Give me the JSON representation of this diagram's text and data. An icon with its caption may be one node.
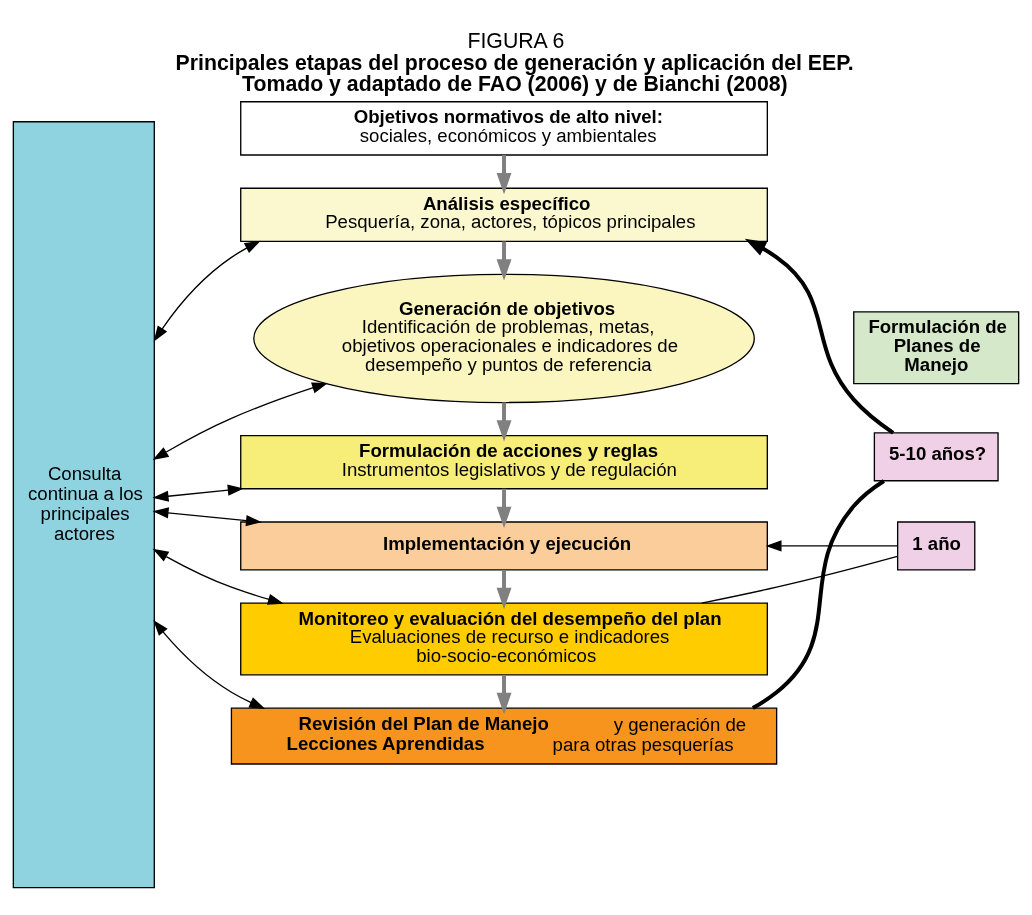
{
  "diagram": {
    "title": "FIGURA 6",
    "caption": "Principales etapas del proceso de generación y aplicación del EEP. Tomado y adaptado de FAO (2006) y de Bianchi (2008)",
    "nodes": [
      {
        "text": [
          "Consulta continua a los principales actores"
        ]
      },
      {
        "text": [
          "Objetivos normativos de alto nivel:",
          "sociales, económicos y ambientales"
        ]
      },
      {
        "text": [
          "Análisis específico",
          "Pesquería, zona, actores, tópicos principales"
        ]
      },
      {
        "text": [
          "Generación de objetivos",
          "Identificación de problemas, metas, objetivos operacionales e indicadores de desempeño y puntos de referencia"
        ]
      },
      {
        "text": [
          "Formulación de acciones y reglas",
          "Instrumentos legislativos y de regulación"
        ]
      },
      {
        "text": [
          "Implementación y ejecución"
        ]
      },
      {
        "text": [
          "Monitoreo y evaluación del desempeño del plan",
          "Evaluaciones de recurso e indicadores bio-socio-económicos"
        ]
      },
      {
        "text": [
          "**Revisión del Plan de Manejo** y generación de **Lecciones Aprendidas** para otras pesquerías"
        ]
      },
      {
        "text": [
          "Formulación de Planes de Manejo"
        ]
      },
      {
        "text": [
          "5-10 años?"
        ]
      },
      {
        "text": [
          "1 año"
        ]
      }
    ],
    "edges": [
      {
        "from": 1,
        "to": 2,
        "arrow": "to",
        "style": "thick",
        "color": "#808080"
      },
      {
        "from": 2,
        "to": 3,
        "arrow": "to",
        "style": "thick",
        "color": "#808080"
      },
      {
        "from": 3,
        "to": 4,
        "arrow": "to",
        "style": "thick",
        "color": "#808080"
      },
      {
        "from": 4,
        "to": 5,
        "arrow": "to",
        "style": "thick",
        "color": "#808080"
      },
      {
        "from": 5,
        "to": 6,
        "arrow": "to",
        "style": "thick",
        "color": "#808080"
      },
      {
        "from": 6,
        "to": 7,
        "arrow": "to",
        "style": "thick",
        "color": "#808080"
      },
      {
        "from": 0,
        "to": 2,
        "arrow": "both"
      },
      {
        "from": 0,
        "to": 3,
        "arrow": "both"
      },
      {
        "from": 0,
        "to": 4,
        "arrow": "both"
      },
      {
        "from": 0,
        "to": 5,
        "arrow": "both"
      },
      {
        "from": 0,
        "to": 6,
        "arrow": "both"
      },
      {
        "from": 0,
        "to": 7,
        "arrow": "both"
      },
      {
        "from": 7,
        "to": 9,
        "arrow": "none",
        "style": "thick"
      },
      {
        "from": 9,
        "to": 2,
        "arrow": "to",
        "style": "thick"
      },
      {
        "from": 6,
        "to": 10,
        "arrow": "none"
      },
      {
        "from": 10,
        "to": 5,
        "arrow": "to"
      }
    ]
  }
}
